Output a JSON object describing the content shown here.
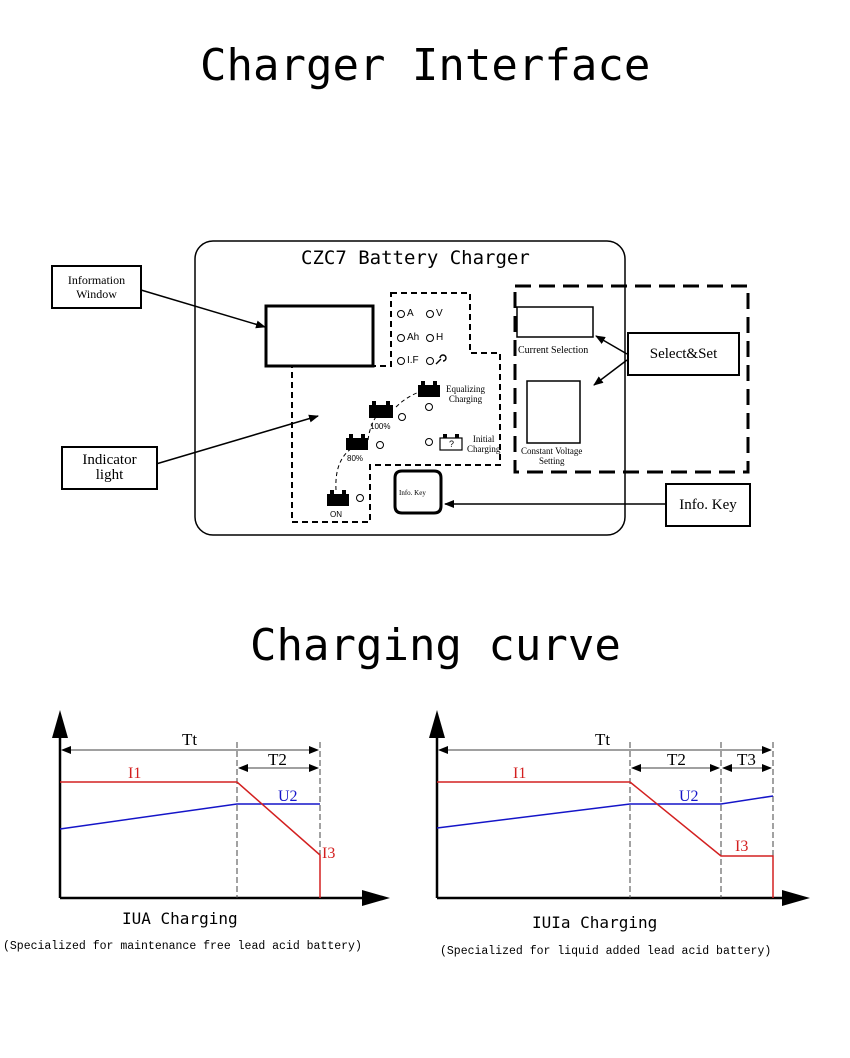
{
  "titles": {
    "interface": "Charger Interface",
    "curve": "Charging curve"
  },
  "panel": {
    "name": "CZC7 Battery Charger",
    "info_window_label": "Information\nWindow",
    "indicator_light_label": "Indicator\nlight",
    "select_set_label": "Select&Set",
    "info_key_label": "Info. Key",
    "info_key_button": "Info. Key",
    "current_selection": "Current Selection",
    "constant_voltage": "Constant Voltage\nSetting",
    "led_a": "A",
    "led_v": "V",
    "led_ah": "Ah",
    "led_h": "H",
    "led_lf": "I.F",
    "equalizing": "Equalizing\nCharging",
    "initial": "Initial\nCharging",
    "pct_100": "100%",
    "pct_80": "80%",
    "on": "ON",
    "question": "?",
    "icons": [
      "wrench-icon",
      "battery-icon"
    ]
  },
  "charts": [
    {
      "name": "IUA Charging",
      "subtitle": "(Specialized for maintenance free lead acid battery)",
      "tt": "Tt",
      "t2": "T2",
      "i1": "I1",
      "u2": "U2",
      "i3": "I3",
      "color_current": "#d32020",
      "color_voltage": "#1515c8"
    },
    {
      "name": "IUIa Charging",
      "subtitle": "(Specialized for liquid added lead acid battery)",
      "tt": "Tt",
      "t2": "T2",
      "t3": "T3",
      "i1": "I1",
      "u2": "U2",
      "i3": "I3",
      "color_current": "#d32020",
      "color_voltage": "#1515c8"
    }
  ]
}
